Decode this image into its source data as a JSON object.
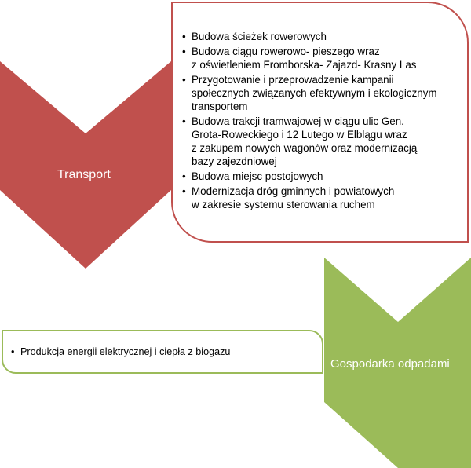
{
  "colors": {
    "transport_fill": "#c0504d",
    "waste_fill": "#9bbb59",
    "label_text": "#ffffff"
  },
  "diagram": {
    "sections": [
      {
        "label": "Transport",
        "items": [
          "Budowa ścieżek rowerowych",
          "Budowa ciągu rowerowo- pieszego wraz\nz oświetleniem Fromborska- Zajazd- Krasny Las",
          "Przygotowanie i przeprowadzenie kampanii\nspołecznych związanych efektywnym i ekologicznym\ntransportem",
          "Budowa trakcji tramwajowej w ciągu ulic Gen.\nGrota-Roweckiego i 12 Lutego w Elblągu wraz\nz zakupem nowych wagonów oraz modernizacją\nbazy zajezdniowej",
          "Budowa miejsc postojowych",
          "Modernizacja dróg gminnych i powiatowych\nw zakresie systemu sterowania ruchem"
        ]
      },
      {
        "label": "Gospodarka odpadami",
        "items": [
          "Produkcja energii elektrycznej i ciepła z biogazu"
        ]
      }
    ]
  }
}
